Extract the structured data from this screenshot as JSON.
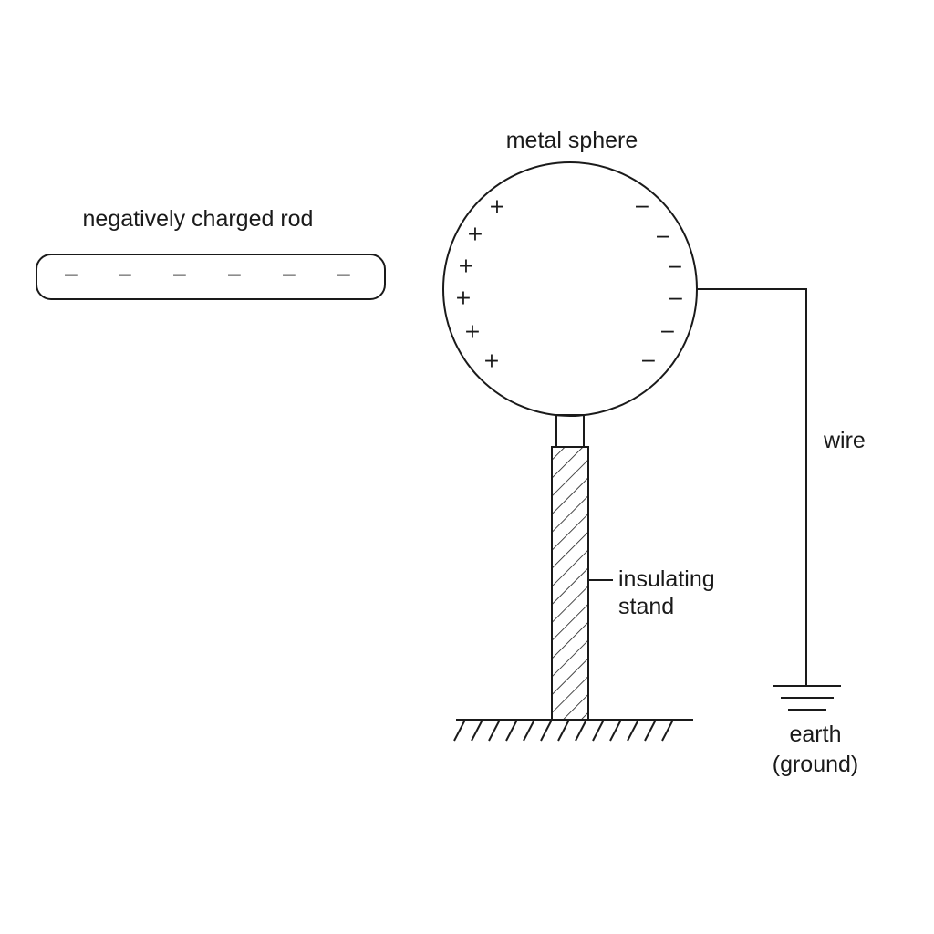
{
  "labels": {
    "rod": "negatively charged rod",
    "sphere": "metal sphere",
    "wire": "wire",
    "stand_line1": "insulating",
    "stand_line2": "stand",
    "earth_line1": "earth",
    "earth_line2": "(ground)"
  },
  "rod_charges": [
    "−",
    "−",
    "−",
    "−",
    "−",
    "−"
  ],
  "sphere_left_charges": [
    "+",
    "+",
    "+",
    "+",
    "+",
    "+"
  ],
  "sphere_right_charges": [
    "−",
    "−",
    "−",
    "−",
    "−",
    "−"
  ],
  "colors": {
    "ink": "#1a1a1a",
    "background": "#ffffff"
  }
}
